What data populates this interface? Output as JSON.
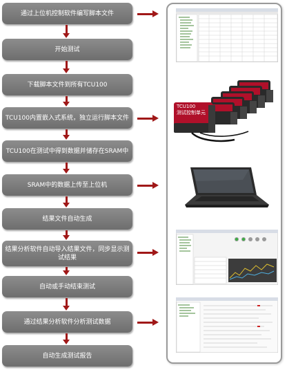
{
  "steps": [
    {
      "label": "通过上位机控制软件编写脚本文件"
    },
    {
      "label": "开始测试"
    },
    {
      "label": "下载脚本文件到所有TCU100"
    },
    {
      "label": "TCU100内置嵌入式系统，独立运行脚本文件"
    },
    {
      "label": "TCU100在测试中得到数据并储存在SRAM中"
    },
    {
      "label": "SRAM中的数据上传至上位机"
    },
    {
      "label": "结果文件自动生成"
    },
    {
      "label": "结果分析软件自动导入结果文件，同步显示测试结果"
    },
    {
      "label": "自动或手动结束测试"
    },
    {
      "label": "通过结果分析软件分析测试数据"
    },
    {
      "label": "自动生成测试报告"
    }
  ],
  "device": {
    "label_line1": "TCU100",
    "label_line2": "测试控制单元"
  },
  "colors": {
    "step_fill": "#7d7d7d",
    "arrow": "#a01818",
    "panel_border": "#9a9a9a"
  },
  "icons": [
    "software-screenshot-icon",
    "tcu100-device-icon",
    "laptop-icon",
    "analysis-software-icon",
    "report-software-icon"
  ]
}
